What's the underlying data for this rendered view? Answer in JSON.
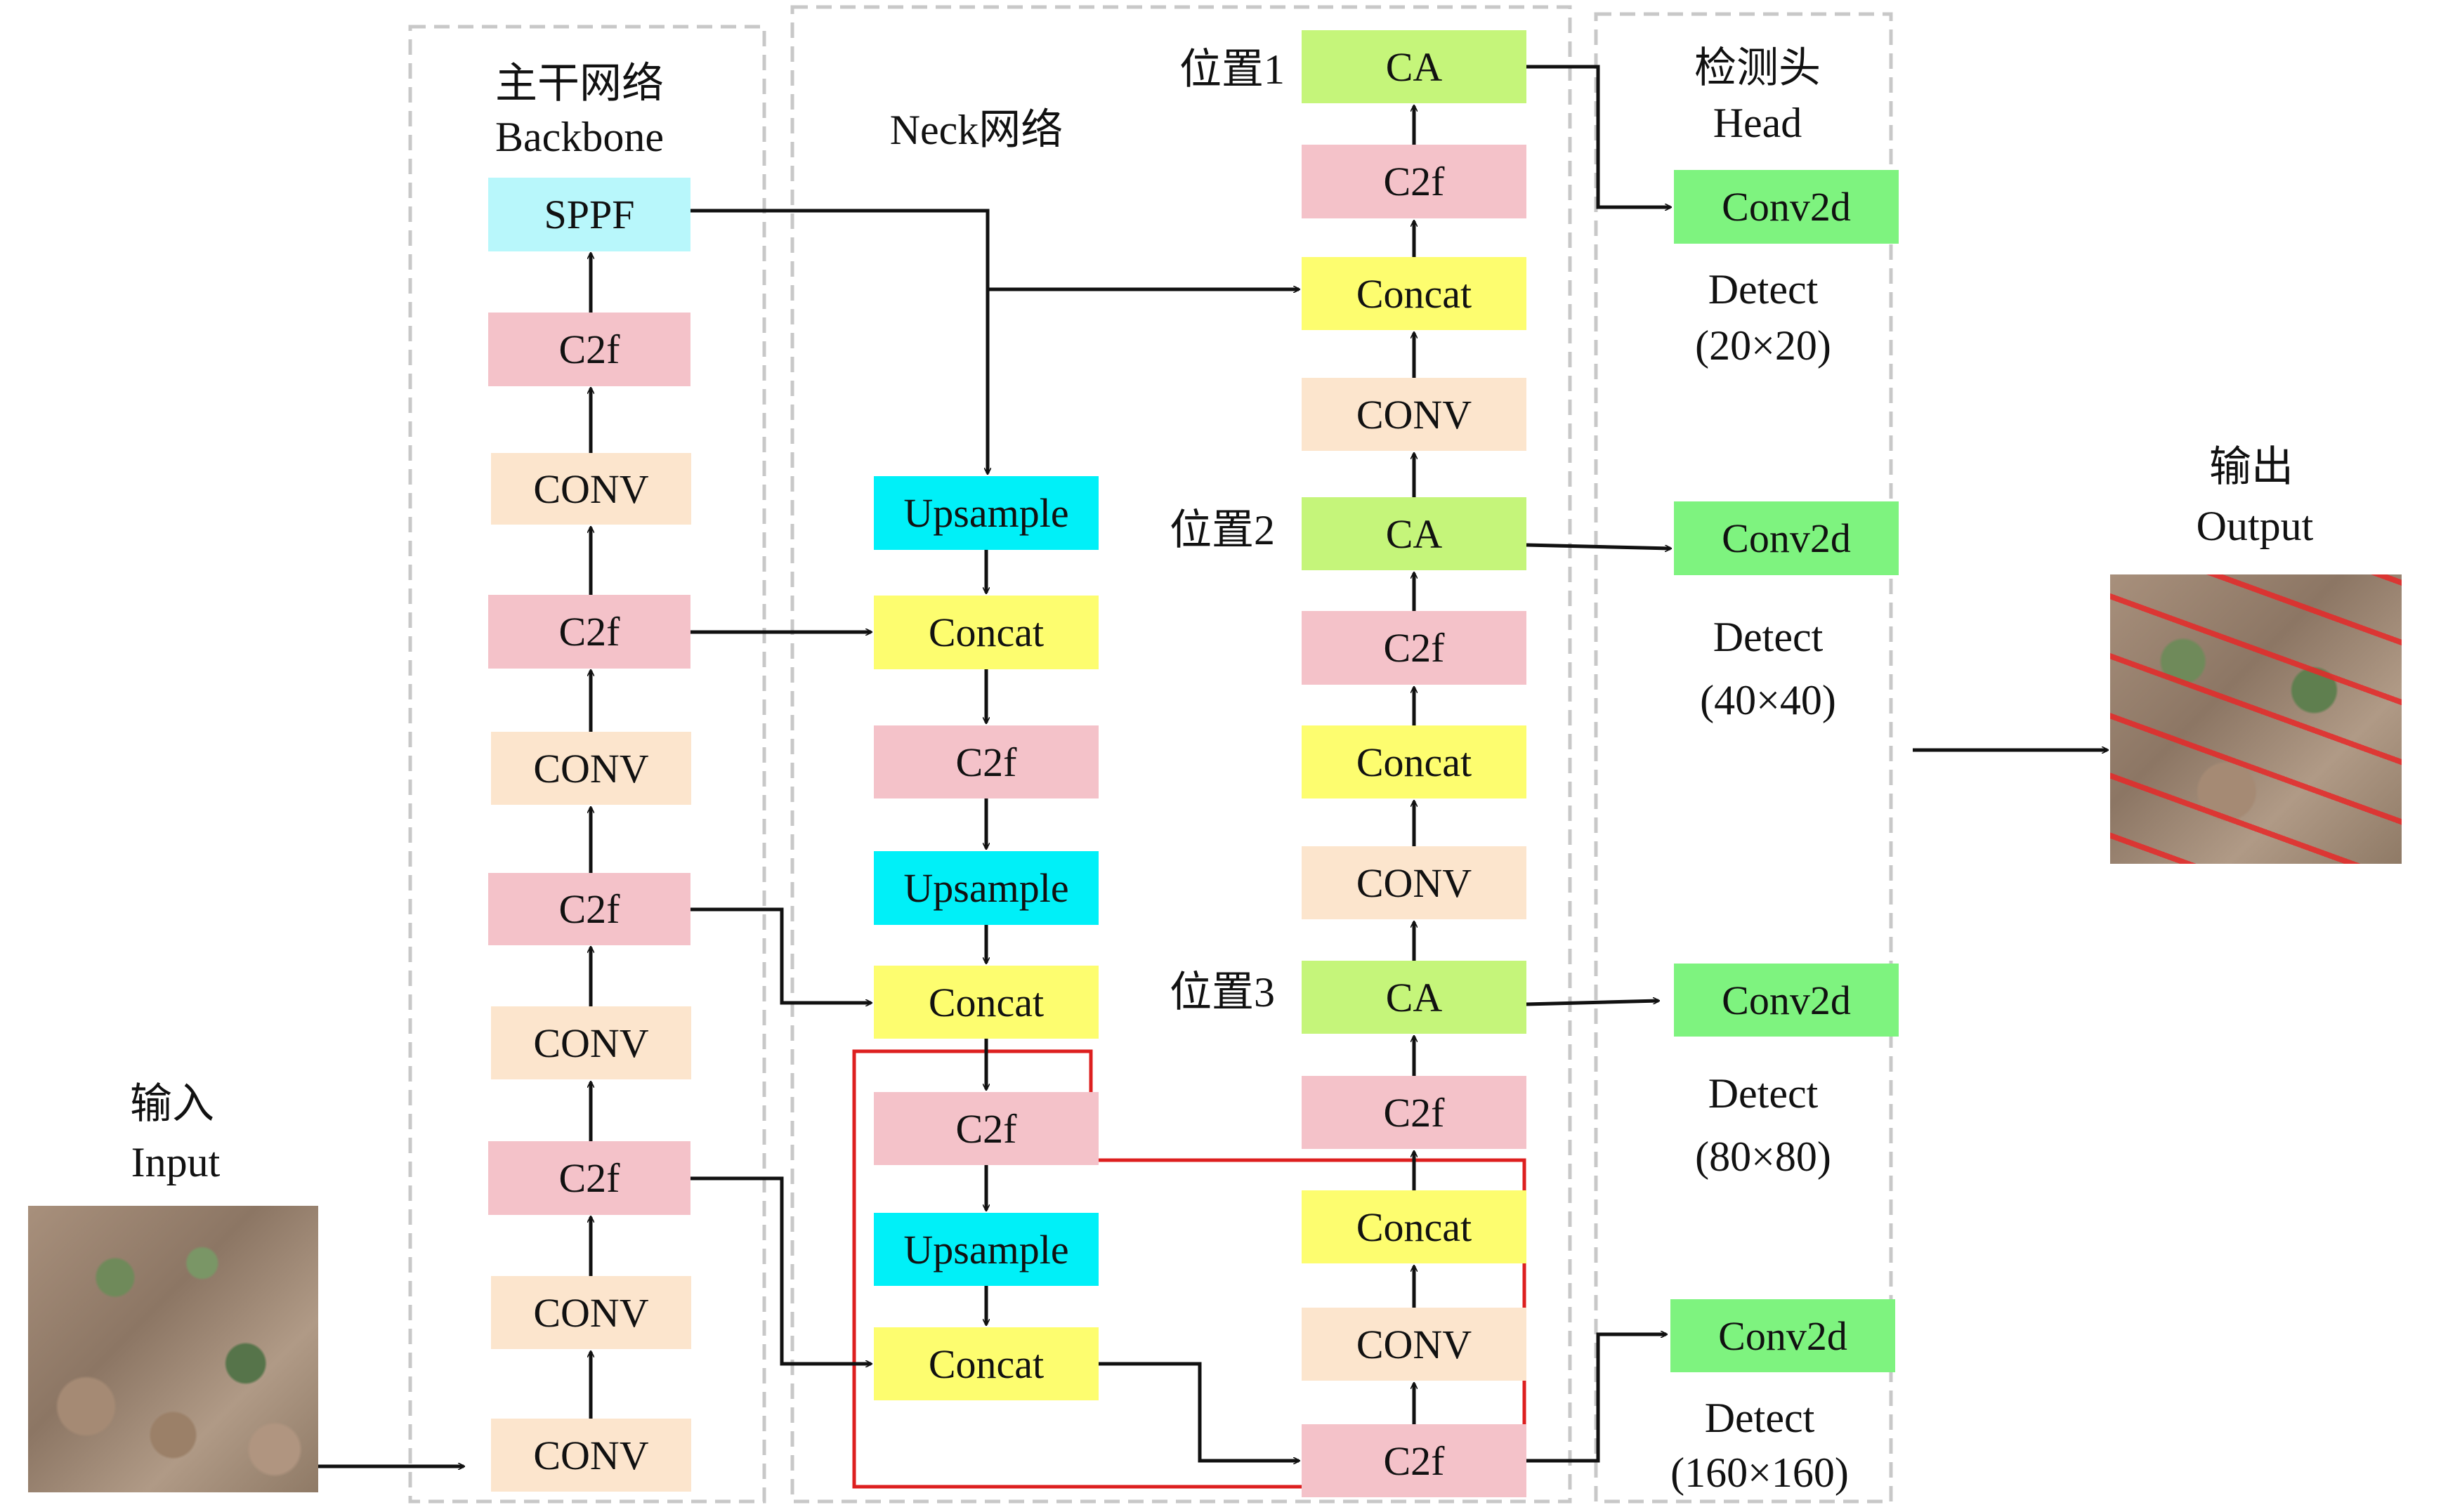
{
  "colors": {
    "conv": "#fce5cd",
    "c2f": "#f4c2c9",
    "sppf": "#b8f7fb",
    "upsample": "#00f0f8",
    "concat": "#fdfd6f",
    "ca": "#c5f57a",
    "conv2d": "#7ef37f",
    "highlight": "#dd1f1f",
    "dash": "#c8c8c8"
  },
  "input": {
    "label_cn": "输入",
    "label_en": "Input",
    "image": "wheat-field-photo"
  },
  "output": {
    "label_cn": "输出",
    "label_en": "Output",
    "image": "detection-result-photo"
  },
  "backbone": {
    "title_cn": "主干网络",
    "title_en": "Backbone",
    "blocks": [
      "SPPF",
      "C2f",
      "CONV",
      "C2f",
      "CONV",
      "C2f",
      "CONV",
      "C2f",
      "CONV",
      "CONV"
    ]
  },
  "neck": {
    "title": "Neck网络",
    "col1": [
      "Upsample",
      "Concat",
      "C2f",
      "Upsample",
      "Concat",
      "C2f",
      "Upsample",
      "Concat"
    ],
    "col2": [
      "CA",
      "C2f",
      "Concat",
      "CONV",
      "CA",
      "C2f",
      "Concat",
      "CONV",
      "CA",
      "C2f",
      "Concat",
      "CONV",
      "C2f"
    ],
    "positions": [
      "位置1",
      "位置2",
      "位置3"
    ]
  },
  "head": {
    "title_cn": "检测头",
    "title_en": "Head",
    "blocks": [
      "Conv2d",
      "Conv2d",
      "Conv2d",
      "Conv2d"
    ],
    "detect_label": "Detect",
    "sizes": [
      "(20×20)",
      "(40×40)",
      "(80×80)",
      "(160×160)"
    ]
  }
}
